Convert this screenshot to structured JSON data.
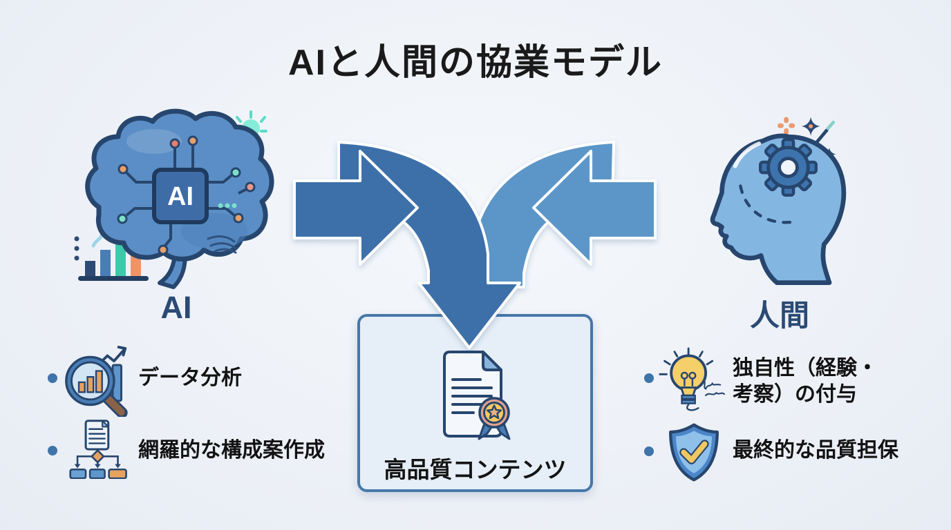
{
  "title": "AIと人間の協業モデル",
  "left_figure": {
    "label": "AI",
    "chip_text": "AI",
    "icon": "ai-brain-illustration"
  },
  "right_figure": {
    "label": "人間",
    "icon": "human-head-gear-illustration"
  },
  "result_box": {
    "label": "高品質コンテンツ",
    "icon": "certified-document-icon"
  },
  "left_bullets": [
    {
      "icon": "magnifier-chart-icon",
      "text": "データ分析"
    },
    {
      "icon": "flowchart-icon",
      "text": "網羅的な構成案作成"
    }
  ],
  "right_bullets": [
    {
      "icon": "lightbulb-idea-icon",
      "text": "独自性（経験・考察）の付与",
      "line1": "独自性（経験・",
      "line2": "考察）の付与"
    },
    {
      "icon": "shield-check-icon",
      "text": "最終的な品質担保"
    }
  ],
  "colors": {
    "background": "#edf1f7",
    "arrow_dark": "#3c70a8",
    "arrow_light": "#5c96c8",
    "outline_navy": "#27466e",
    "label_navy": "#2b4a74",
    "box_fill": "#e6eef7",
    "box_border": "#4678a8",
    "accent_orange": "#e8a060",
    "accent_teal": "#58dcc8",
    "accent_yellow": "#f5c863",
    "bullet_dot": "#3f74a8"
  }
}
